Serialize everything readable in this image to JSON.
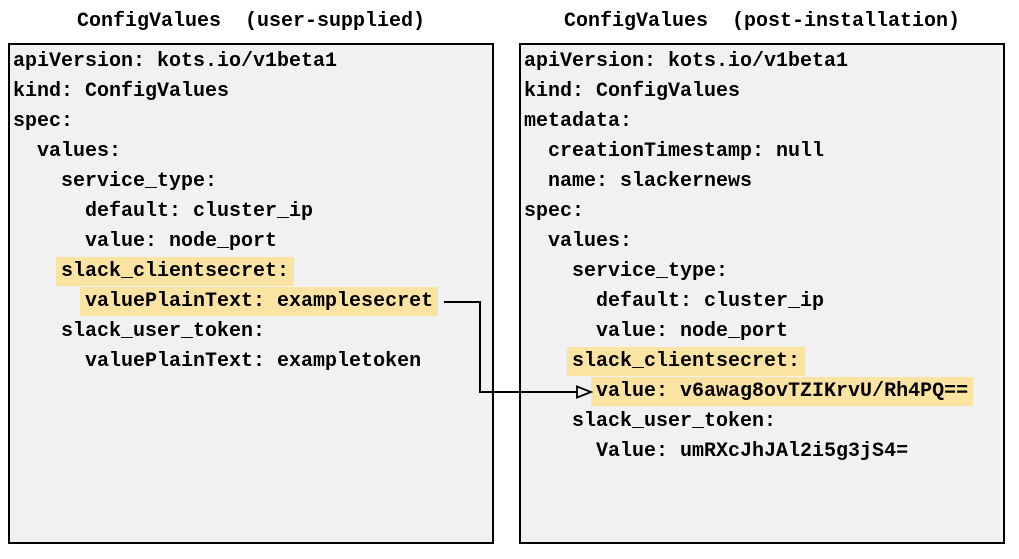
{
  "left_panel": {
    "title": "ConfigValues  (user-supplied)",
    "lines": [
      {
        "indent": "",
        "text": "apiVersion: kots.io/v1beta1",
        "highlight": false
      },
      {
        "indent": "",
        "text": "kind: ConfigValues",
        "highlight": false
      },
      {
        "indent": "",
        "text": "spec:",
        "highlight": false
      },
      {
        "indent": "  ",
        "text": "values:",
        "highlight": false
      },
      {
        "indent": "    ",
        "text": "service_type:",
        "highlight": false
      },
      {
        "indent": "      ",
        "text": "default: cluster_ip",
        "highlight": false
      },
      {
        "indent": "      ",
        "text": "value: node_port",
        "highlight": false
      },
      {
        "indent": "    ",
        "text": "slack_clientsecret:",
        "highlight": true
      },
      {
        "indent": "      ",
        "text": "valuePlainText: examplesecret",
        "highlight": true
      },
      {
        "indent": "    ",
        "text": "slack_user_token:",
        "highlight": false
      },
      {
        "indent": "      ",
        "text": "valuePlainText: exampletoken",
        "highlight": false
      }
    ]
  },
  "right_panel": {
    "title": "ConfigValues  (post-installation)",
    "lines": [
      {
        "indent": "",
        "text": "apiVersion: kots.io/v1beta1",
        "highlight": false
      },
      {
        "indent": "",
        "text": "kind: ConfigValues",
        "highlight": false
      },
      {
        "indent": "",
        "text": "metadata:",
        "highlight": false
      },
      {
        "indent": "  ",
        "text": "creationTimestamp: null",
        "highlight": false
      },
      {
        "indent": "  ",
        "text": "name: slackernews",
        "highlight": false
      },
      {
        "indent": "",
        "text": "spec:",
        "highlight": false
      },
      {
        "indent": "  ",
        "text": "values:",
        "highlight": false
      },
      {
        "indent": "    ",
        "text": "service_type:",
        "highlight": false
      },
      {
        "indent": "      ",
        "text": "default: cluster_ip",
        "highlight": false
      },
      {
        "indent": "      ",
        "text": "value: node_port",
        "highlight": false
      },
      {
        "indent": "    ",
        "text": "slack_clientsecret:",
        "highlight": true
      },
      {
        "indent": "      ",
        "text": "value: v6awag8ovTZIKrvU/Rh4PQ==",
        "highlight": true
      },
      {
        "indent": "    ",
        "text": "slack_user_token:",
        "highlight": false
      },
      {
        "indent": "      ",
        "text": "Value: umRXcJhJAl2i5g3jS4=",
        "highlight": false
      }
    ]
  },
  "colors": {
    "highlight": "#fbe3a2",
    "panel_background": "#f1f1f1",
    "border": "#000000",
    "arrow": "#000000"
  }
}
